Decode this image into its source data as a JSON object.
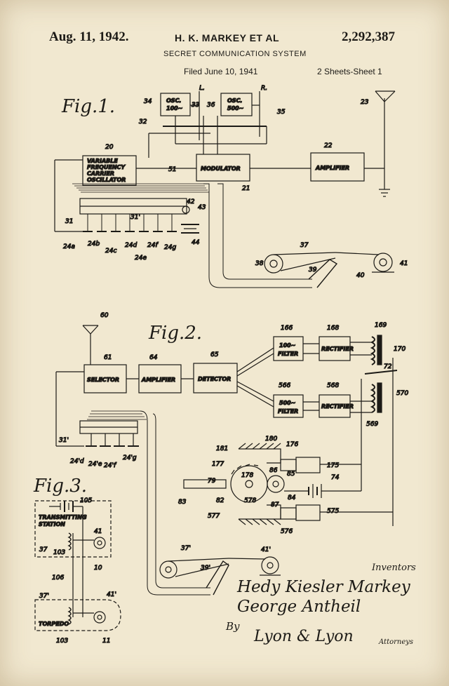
{
  "header": {
    "date": "Aug. 11, 1942.",
    "inventor": "H. K. MARKEY ET AL",
    "patent_number": "2,292,387",
    "title": "SECRET COMMUNICATION SYSTEM",
    "filed": "Filed June 10, 1941",
    "sheets": "2 Sheets-Sheet 1"
  },
  "figures": {
    "fig1": "Fig.1.",
    "fig2": "Fig.2.",
    "fig3": "Fig.3."
  },
  "fig1_boxes": {
    "osc100": [
      "OSC.",
      "100~"
    ],
    "osc500": [
      "OSC.",
      "500~"
    ],
    "vfco": [
      "VARIABLE",
      "FREQUENCY",
      "CARRIER",
      "OSCILLATOR"
    ],
    "modulator": "MODULATOR",
    "amplifier": "AMPLIFIER"
  },
  "fig2_boxes": {
    "selector": "SELECTOR",
    "amplifier": "AMPLIFIER",
    "detector": "DETECTOR",
    "filter100": [
      "100~",
      "FILTER"
    ],
    "filter500": [
      "500~",
      "FILTER"
    ],
    "rectifier1": "RECTIFIER",
    "rectifier2": "RECTIFIER"
  },
  "fig3_labels": {
    "station": [
      "TRANSMITTING",
      "STATION"
    ],
    "torpedo": "TORPEDO"
  },
  "ref_numerals": {
    "r34": "34",
    "r33": "33",
    "r36": "36",
    "rL": "L.",
    "rR": "R.",
    "r35": "35",
    "r23": "23",
    "r32": "32",
    "r20": "20",
    "r22": "22",
    "r51": "51",
    "r21": "21",
    "r42": "42",
    "r43": "43",
    "r31": "31",
    "r31p": "31'",
    "r24a": "24a",
    "r24b": "24b",
    "r24c": "24c",
    "r24d": "24d",
    "r24e": "24e",
    "r24f": "24f",
    "r24g": "24g",
    "r44": "44",
    "r37": "37",
    "r38": "38",
    "r39": "39",
    "r40": "40",
    "r41": "41",
    "r60": "60",
    "r61": "61",
    "r64": "64",
    "r65": "65",
    "r166": "166",
    "r168": "168",
    "r169": "169",
    "r170": "170",
    "r72": "72",
    "r566": "566",
    "r568": "568",
    "r570": "570",
    "r569": "569",
    "r31q": "31'",
    "r24dp": "24'd",
    "r24ep": "24'e",
    "r24fp": "24'f",
    "r24gp": "24'g",
    "r181": "181",
    "r180": "180",
    "r176": "176",
    "r175": "175",
    "r177": "177",
    "r178": "178",
    "r86": "86",
    "r85": "85",
    "r79": "79",
    "r74": "74",
    "r83": "83",
    "r82": "82",
    "r578": "578",
    "r84": "84",
    "r87": "87",
    "r577": "577",
    "r575": "575",
    "r576": "576",
    "r37p": "37'",
    "r41p": "41'",
    "r39p": "39'",
    "r105": "105",
    "r41b": "41",
    "r37b": "37",
    "r103": "103",
    "r10": "10",
    "r106": "106",
    "r37c": "37'",
    "r41c": "41'",
    "r103b": "103",
    "r11": "11"
  },
  "inventors": {
    "label": "Inventors",
    "name1": "Hedy Kiesler Markey",
    "name2": "George Antheil",
    "by": "By",
    "attorney_sig": "Lyon & Lyon",
    "attorney_label": "Attorneys"
  }
}
